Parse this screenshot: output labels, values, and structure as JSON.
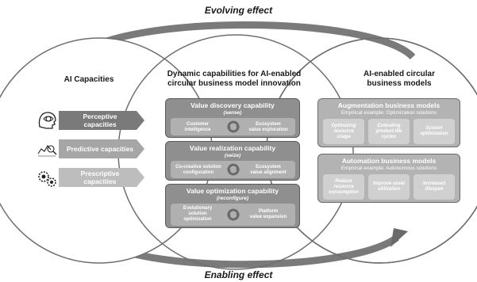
{
  "top_effect": "Evolving effect",
  "bottom_effect": "Enabling effect",
  "ai_capacities": {
    "title": "AI Capacities",
    "items": [
      {
        "label_line1": "Perceptive",
        "label_line2": "capacities",
        "icon": "head-with-eye-icon",
        "color": "#7a7a7a"
      },
      {
        "label_line1": "Predictive capacities",
        "label_line2": "",
        "icon": "chart-magnifier-icon",
        "color": "#a6a6a6"
      },
      {
        "label_line1": "Prescriptive",
        "label_line2": "capacities",
        "icon": "gears-icon",
        "color": "#bdbdbd"
      }
    ]
  },
  "dynamic": {
    "title_line1": "Dynamic capabilities for AI-enabled",
    "title_line2": "circular business model innovation",
    "capabilities": [
      {
        "title": "Value discovery capability",
        "sub": "(sense)",
        "left_line1": "Customer",
        "left_line2": "intelligence",
        "left_line3": "",
        "right_line1": "Ecosystem",
        "right_line2": "value exploration"
      },
      {
        "title": "Value realization capability",
        "sub": "(seize)",
        "left_line1": "Co-creative solution",
        "left_line2": "configuration",
        "left_line3": "",
        "right_line1": "Ecosystem",
        "right_line2": "value alignment"
      },
      {
        "title": "Value optimization capability",
        "sub": "(reconfigure)",
        "left_line1": "Evolutionary",
        "left_line2": "solution",
        "left_line3": "optimization",
        "right_line1": "Platform",
        "right_line2": "value expansion"
      }
    ]
  },
  "business_models": {
    "title_line1": "AI-enabled circular",
    "title_line2": "business models",
    "groups": [
      {
        "title": "Augmentation business models",
        "sub": "Empirical example: Optimization solutions",
        "items": [
          {
            "l1": "Optimizing",
            "l2": "resource",
            "l3": "usage"
          },
          {
            "l1": "Extending",
            "l2": "product life",
            "l3": "cycles"
          },
          {
            "l1": "System",
            "l2": "optimization",
            "l3": ""
          }
        ]
      },
      {
        "title": "Automation business models",
        "sub": "Empirical example: Autonomous solutions",
        "items": [
          {
            "l1": "Reduce",
            "l2": "resource",
            "l3": "consumption"
          },
          {
            "l1": "Improve asset",
            "l2": "utilization",
            "l3": ""
          },
          {
            "l1": "Increased",
            "l2": "lifespan",
            "l3": ""
          }
        ]
      }
    ]
  }
}
